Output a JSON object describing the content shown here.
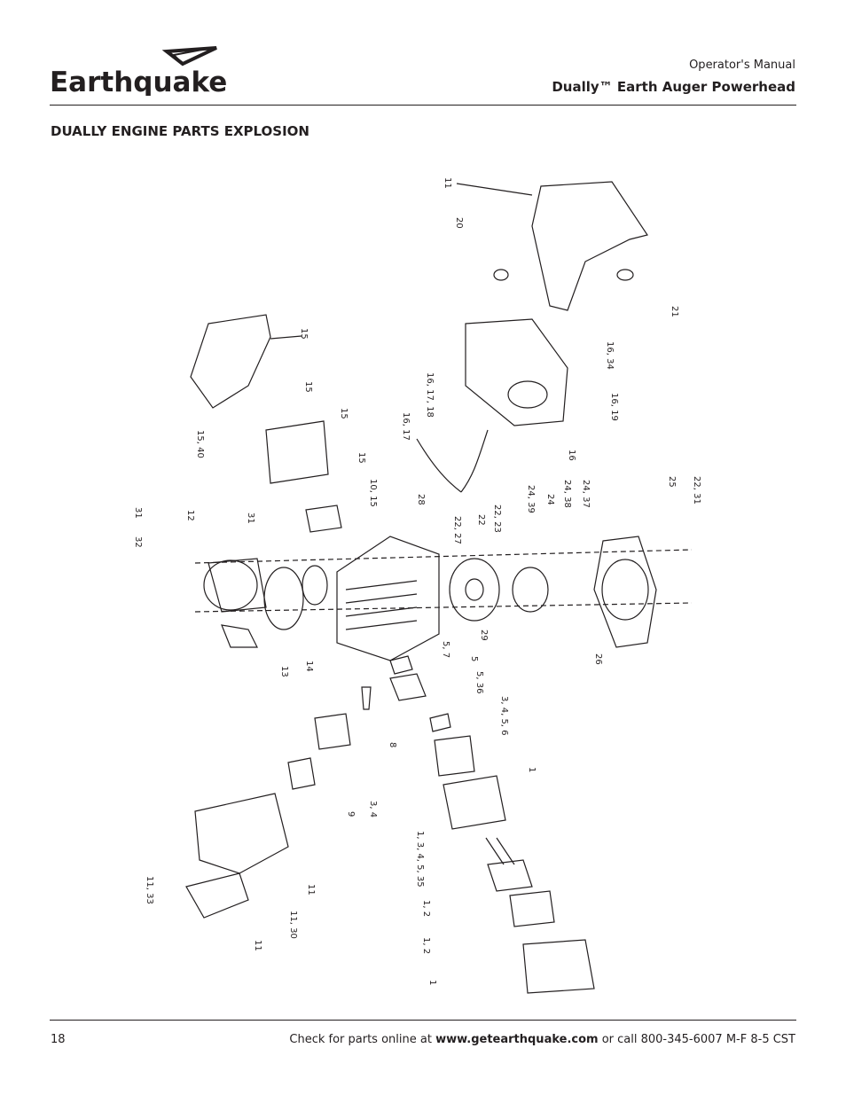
{
  "header": {
    "brand": "Earthquake",
    "manual_label": "Operator's Manual",
    "product_title": "Dually™ Earth Auger Powerhead"
  },
  "section_title": "DUALLY ENGINE PARTS EXPLOSION",
  "callouts": [
    "11",
    "20",
    "21",
    "15",
    "15",
    "15",
    "15, 40",
    "16, 34",
    "16, 17, 18",
    "16, 19",
    "16",
    "16, 17",
    "15",
    "10, 15",
    "31",
    "12",
    "31",
    "32",
    "28",
    "22, 27",
    "22",
    "22, 23",
    "24, 39",
    "24",
    "24, 38",
    "24, 37",
    "25",
    "22, 31",
    "29",
    "5, 7",
    "5",
    "5, 36",
    "3, 4, 5, 6",
    "13",
    "14",
    "26",
    "8",
    "9",
    "3, 4",
    "1",
    "1, 3, 4, 5, 35",
    "1, 2",
    "1, 2",
    "1",
    "11, 33",
    "11, 30",
    "11",
    "11"
  ],
  "footer": {
    "page_number": "18",
    "text_before": "Check for parts online at ",
    "website": "www.getearthquake.com",
    "text_after": " or call 800-345-6007 M-F 8-5 CST"
  }
}
